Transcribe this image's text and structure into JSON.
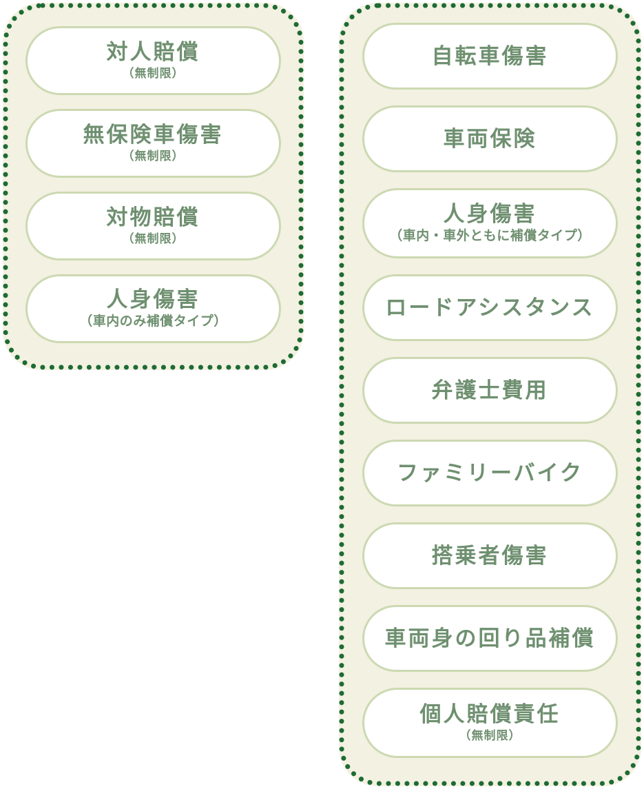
{
  "colors": {
    "page_bg": "#ffffff",
    "panel_bg": "#f3f1e2",
    "dot_border": "#1e6b33",
    "pill_border": "#ccd9b2",
    "pill_bg": "#ffffff",
    "text": "#6f9070"
  },
  "left_panel": {
    "items": [
      {
        "label": "対人賠償",
        "sub": "（無制限）"
      },
      {
        "label": "無保険車傷害",
        "sub": "（無制限）"
      },
      {
        "label": "対物賠償",
        "sub": "（無制限）"
      },
      {
        "label": "人身傷害",
        "sub": "（車内のみ補償タイプ）"
      }
    ]
  },
  "right_panel": {
    "items": [
      {
        "label": "自転車傷害",
        "sub": ""
      },
      {
        "label": "車両保険",
        "sub": ""
      },
      {
        "label": "人身傷害",
        "sub": "（車内・車外ともに補償タイプ）"
      },
      {
        "label": "ロードアシスタンス",
        "sub": ""
      },
      {
        "label": "弁護士費用",
        "sub": ""
      },
      {
        "label": "ファミリーバイク",
        "sub": ""
      },
      {
        "label": "搭乗者傷害",
        "sub": ""
      },
      {
        "label": "車両身の回り品補償",
        "sub": ""
      },
      {
        "label": "個人賠償責任",
        "sub": "（無制限）"
      }
    ]
  }
}
